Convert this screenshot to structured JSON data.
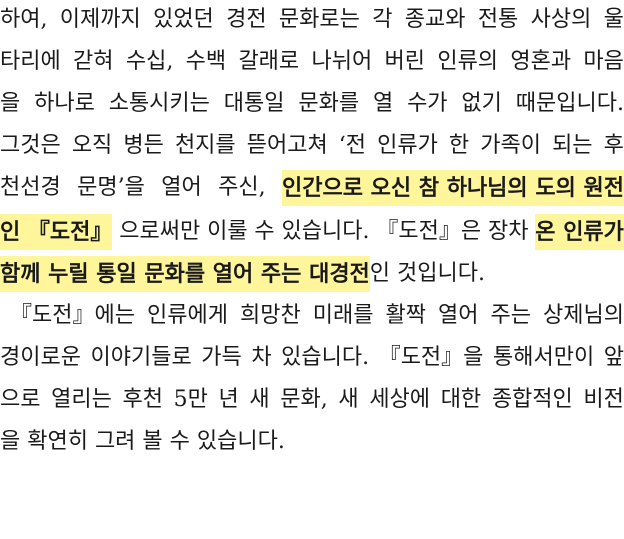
{
  "document": {
    "highlight_color": "#fff59a",
    "paragraphs": [
      {
        "lines": [
          {
            "segments": [
              {
                "text": "하여, 이제까지 있었던 경전 문화로는 각 종교와 전통 사상의 울",
                "hl": false
              }
            ]
          },
          {
            "segments": [
              {
                "text": "타리에 갇혀 수십, 수백 갈래로 나뉘어 버린 인류의 영혼과 마음",
                "hl": false
              }
            ]
          },
          {
            "segments": [
              {
                "text": "을 하나로 소통시키는 대통일 문화를 열 수가 없기 때문입니다.",
                "hl": false
              }
            ]
          },
          {
            "segments": [
              {
                "text": "그것은 오직 병든 천지를 뜯어고쳐 ‘전 인류가 한 가족이 되는 후",
                "hl": false
              }
            ]
          },
          {
            "segments": [
              {
                "text": "천선경 문명’을 열어 주신, ",
                "hl": false
              },
              {
                "text": "인간으로 오신 참 하나님의 도의 원전",
                "hl": true
              }
            ]
          },
          {
            "segments": [
              {
                "text": "인 『도전』",
                "hl": true
              },
              {
                "text": "으로써만 이룰 수 있습니다. 『도전』은 장차 ",
                "hl": false
              },
              {
                "text": "온 인류가",
                "hl": true
              }
            ]
          },
          {
            "segments": [
              {
                "text": "함께 누릴 통일 문화를 열어 주는 대경전",
                "hl": true
              },
              {
                "text": "인 것입니다.",
                "hl": false
              }
            ]
          }
        ]
      },
      {
        "lines": [
          {
            "segments": [
              {
                "text": "『도전』에는 인류에게 희망찬 미래를 활짝 열어 주는 상제님의",
                "hl": false
              }
            ]
          },
          {
            "segments": [
              {
                "text": "경이로운 이야기들로 가득 차 있습니다. 『도전』을 통해서만이 앞",
                "hl": false
              }
            ]
          },
          {
            "segments": [
              {
                "text": "으로 열리는 후천 5만 년 새 문화, 새 세상에 대한 종합적인 비전",
                "hl": false
              }
            ]
          },
          {
            "segments": [
              {
                "text": "을 확연히 그려 볼 수 있습니다.",
                "hl": false
              }
            ]
          }
        ]
      }
    ]
  }
}
